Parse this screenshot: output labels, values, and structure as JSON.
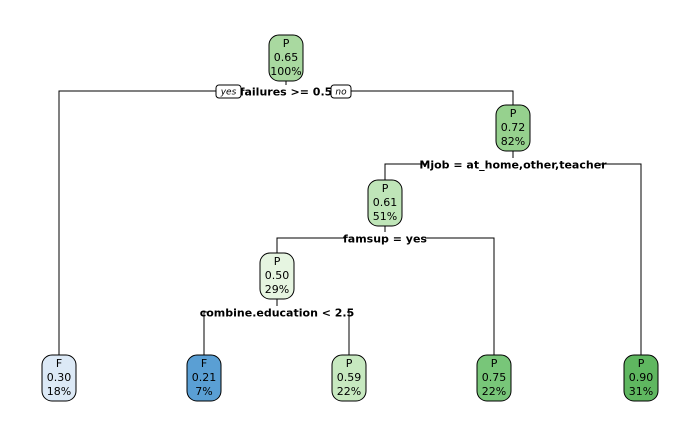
{
  "branch_labels": {
    "yes": "yes",
    "no": "no"
  },
  "splits": [
    {
      "id": "s1",
      "label": "failures >= 0.5"
    },
    {
      "id": "s2",
      "label": "Mjob = at_home,other,teacher"
    },
    {
      "id": "s3",
      "label": "famsup = yes"
    },
    {
      "id": "s4",
      "label": "combine.education < 2.5"
    }
  ],
  "nodes": [
    {
      "id": "n1",
      "class": "P",
      "prob": "0.65",
      "pct": "100%",
      "fill": "#a9d9a0"
    },
    {
      "id": "n2",
      "class": "F",
      "prob": "0.30",
      "pct": "18%",
      "fill": "#dce9f6"
    },
    {
      "id": "n3",
      "class": "P",
      "prob": "0.72",
      "pct": "82%",
      "fill": "#96d18e"
    },
    {
      "id": "n4",
      "class": "P",
      "prob": "0.61",
      "pct": "51%",
      "fill": "#bfe5b8"
    },
    {
      "id": "n5",
      "class": "P",
      "prob": "0.50",
      "pct": "29%",
      "fill": "#e6f5e1"
    },
    {
      "id": "n6",
      "class": "F",
      "prob": "0.21",
      "pct": "7%",
      "fill": "#5a9fd4"
    },
    {
      "id": "n7",
      "class": "P",
      "prob": "0.59",
      "pct": "22%",
      "fill": "#c7e9c0"
    },
    {
      "id": "n8",
      "class": "P",
      "prob": "0.75",
      "pct": "22%",
      "fill": "#78c679"
    },
    {
      "id": "n9",
      "class": "P",
      "prob": "0.90",
      "pct": "31%",
      "fill": "#5fb760"
    }
  ]
}
